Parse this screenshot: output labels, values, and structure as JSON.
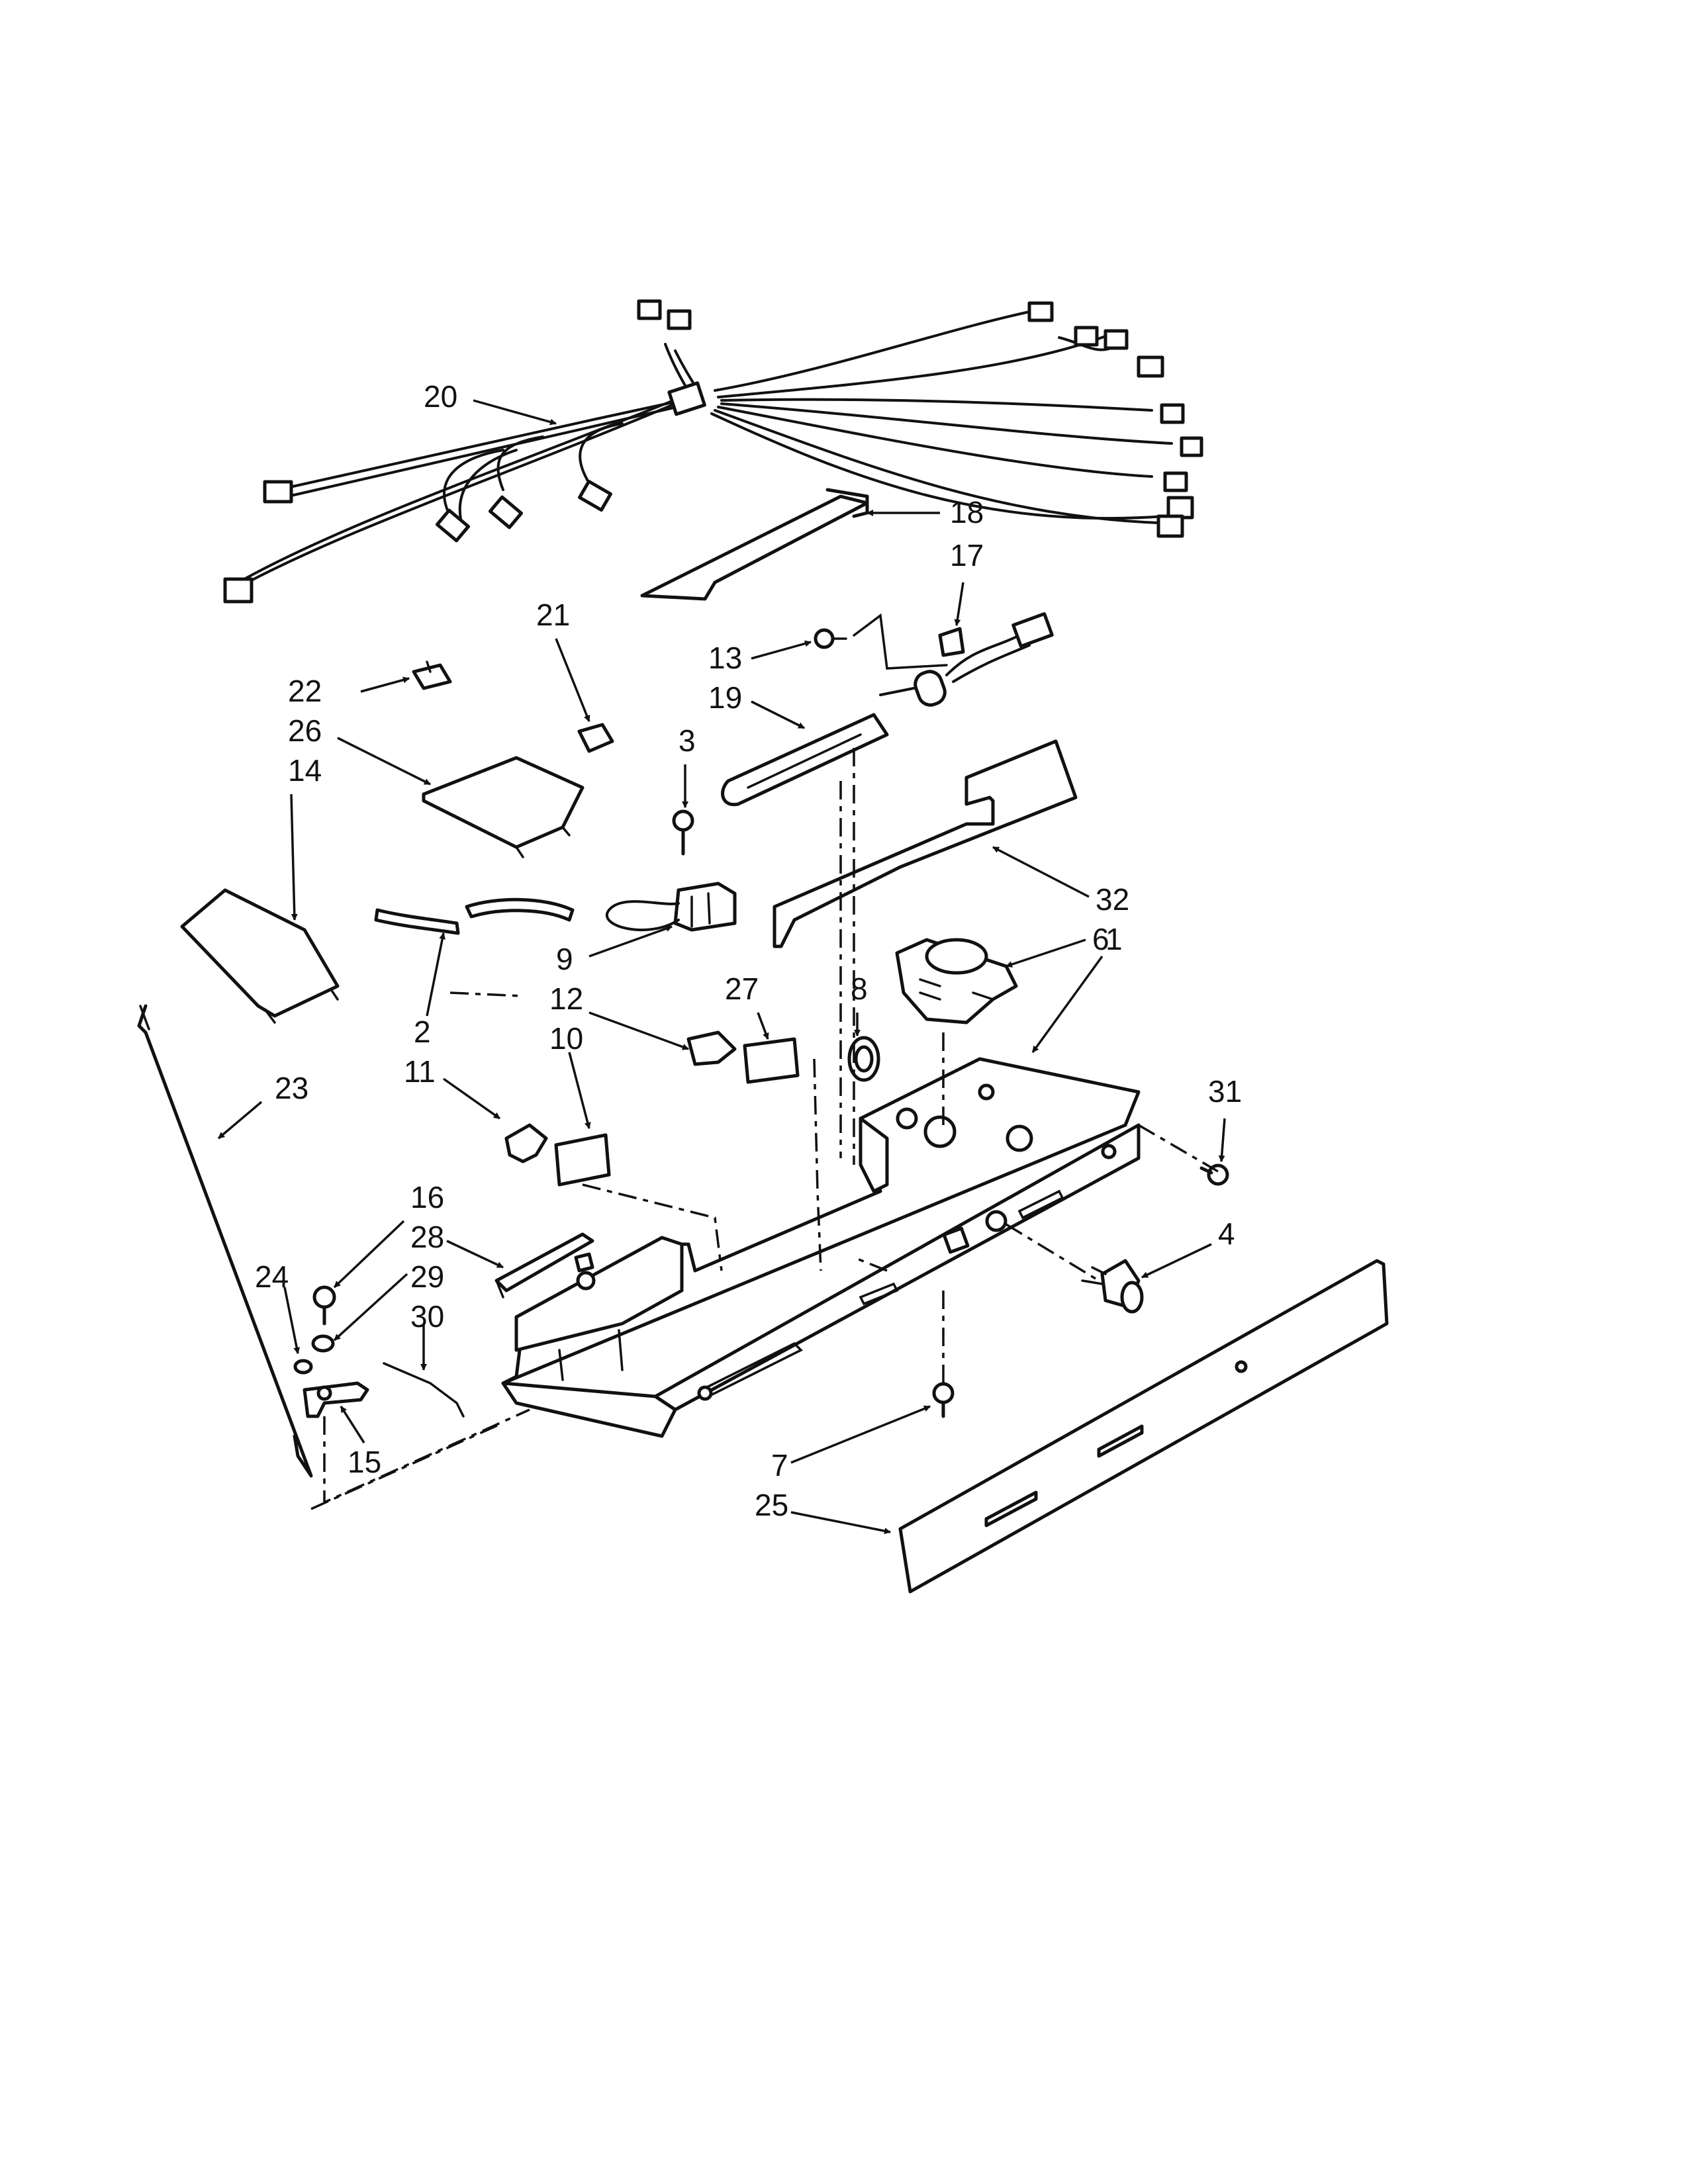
{
  "callouts": [
    {
      "id": "c20",
      "text": "20"
    },
    {
      "id": "c18",
      "text": "18"
    },
    {
      "id": "c17",
      "text": "17"
    },
    {
      "id": "c13",
      "text": "13"
    },
    {
      "id": "c19",
      "text": "19"
    },
    {
      "id": "c21",
      "text": "21"
    },
    {
      "id": "c22",
      "text": "22"
    },
    {
      "id": "c26",
      "text": "26"
    },
    {
      "id": "c14",
      "text": "14"
    },
    {
      "id": "c3",
      "text": "3"
    },
    {
      "id": "c32",
      "text": "32"
    },
    {
      "id": "c6",
      "text": "6"
    },
    {
      "id": "c1",
      "text": "1"
    },
    {
      "id": "c9",
      "text": "9"
    },
    {
      "id": "c12",
      "text": "12"
    },
    {
      "id": "c10",
      "text": "10"
    },
    {
      "id": "c27",
      "text": "27"
    },
    {
      "id": "c8",
      "text": "8"
    },
    {
      "id": "c2",
      "text": "2"
    },
    {
      "id": "c11",
      "text": "11"
    },
    {
      "id": "c23",
      "text": "23"
    },
    {
      "id": "c31",
      "text": "31"
    },
    {
      "id": "c4",
      "text": "4"
    },
    {
      "id": "c16",
      "text": "16"
    },
    {
      "id": "c28",
      "text": "28"
    },
    {
      "id": "c29",
      "text": "29"
    },
    {
      "id": "c30",
      "text": "30"
    },
    {
      "id": "c24",
      "text": "24"
    },
    {
      "id": "c15",
      "text": "15"
    },
    {
      "id": "c7",
      "text": "7"
    },
    {
      "id": "c25",
      "text": "25"
    }
  ]
}
